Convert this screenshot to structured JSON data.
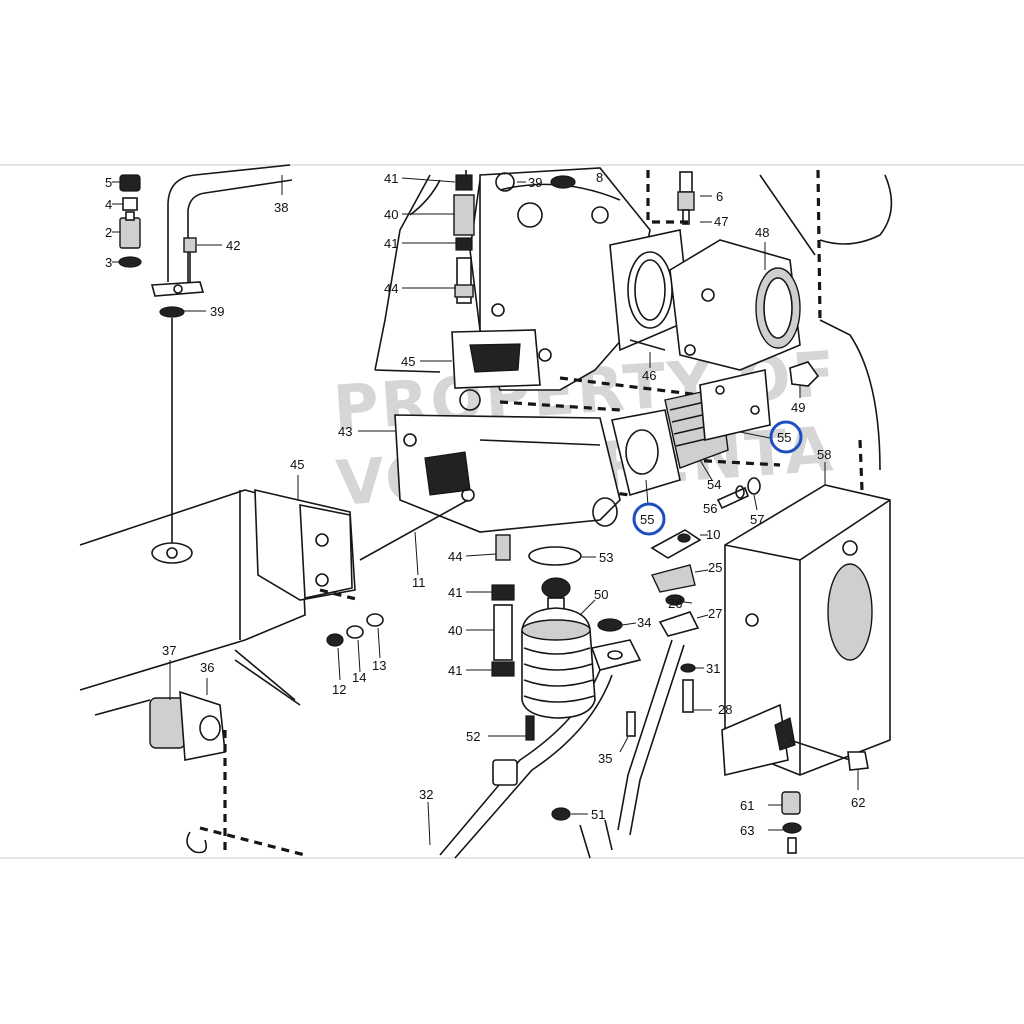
{
  "diagram": {
    "watermark": {
      "line1": "PROPERTY OF",
      "line2": "VOLVO PENTA"
    },
    "part_numbers": [
      {
        "id": "p5",
        "text": "5"
      },
      {
        "id": "p4",
        "text": "4"
      },
      {
        "id": "p2",
        "text": "2"
      },
      {
        "id": "p3",
        "text": "3"
      },
      {
        "id": "p38",
        "text": "38"
      },
      {
        "id": "p42",
        "text": "42"
      },
      {
        "id": "p39a",
        "text": "39"
      },
      {
        "id": "p41a",
        "text": "41"
      },
      {
        "id": "p40a",
        "text": "40"
      },
      {
        "id": "p41b",
        "text": "41"
      },
      {
        "id": "p44a",
        "text": "44"
      },
      {
        "id": "p45a",
        "text": "45"
      },
      {
        "id": "p43",
        "text": "43"
      },
      {
        "id": "p39b",
        "text": "39"
      },
      {
        "id": "p8",
        "text": "8"
      },
      {
        "id": "p6",
        "text": "6"
      },
      {
        "id": "p47",
        "text": "47"
      },
      {
        "id": "p48",
        "text": "48"
      },
      {
        "id": "p46",
        "text": "46"
      },
      {
        "id": "p49",
        "text": "49"
      },
      {
        "id": "p55a",
        "text": "55"
      },
      {
        "id": "p58",
        "text": "58"
      },
      {
        "id": "p54",
        "text": "54"
      },
      {
        "id": "p56",
        "text": "56"
      },
      {
        "id": "p57",
        "text": "57"
      },
      {
        "id": "p55b",
        "text": "55"
      },
      {
        "id": "p10",
        "text": "10"
      },
      {
        "id": "p25",
        "text": "25"
      },
      {
        "id": "p26",
        "text": "26"
      },
      {
        "id": "p27",
        "text": "27"
      },
      {
        "id": "p34",
        "text": "34"
      },
      {
        "id": "p31",
        "text": "31"
      },
      {
        "id": "p28",
        "text": "28"
      },
      {
        "id": "p45b",
        "text": "45"
      },
      {
        "id": "p11",
        "text": "11"
      },
      {
        "id": "p44b",
        "text": "44"
      },
      {
        "id": "p53",
        "text": "53"
      },
      {
        "id": "p41c",
        "text": "41"
      },
      {
        "id": "p50",
        "text": "50"
      },
      {
        "id": "p40b",
        "text": "40"
      },
      {
        "id": "p41d",
        "text": "41"
      },
      {
        "id": "p52",
        "text": "52"
      },
      {
        "id": "p35",
        "text": "35"
      },
      {
        "id": "p51",
        "text": "51"
      },
      {
        "id": "p32",
        "text": "32"
      },
      {
        "id": "p37",
        "text": "37"
      },
      {
        "id": "p36",
        "text": "36"
      },
      {
        "id": "p12",
        "text": "12"
      },
      {
        "id": "p14",
        "text": "14"
      },
      {
        "id": "p13",
        "text": "13"
      },
      {
        "id": "p61",
        "text": "61"
      },
      {
        "id": "p62",
        "text": "62"
      },
      {
        "id": "p63",
        "text": "63"
      }
    ],
    "highlight_color": "#1f4fbf",
    "highlighted_parts": [
      "55",
      "55"
    ]
  }
}
